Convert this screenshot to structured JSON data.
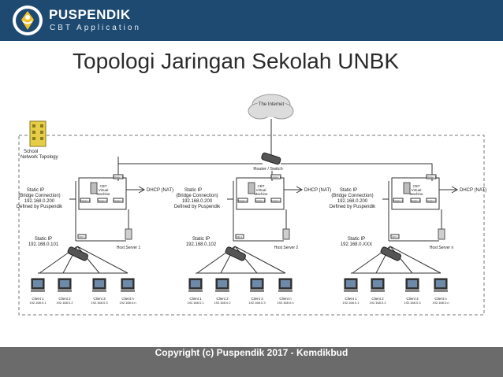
{
  "header": {
    "brand_name": "PUSPENDIK",
    "brand_sub": "CBT Application",
    "bg_color": "#1e4a72"
  },
  "title": "Topologi Jaringan Sekolah UNBK",
  "diagram": {
    "internet_label": "The Internet",
    "school_label_line1": "School",
    "school_label_line2": "Network Topology",
    "router_label": "Router / Switch",
    "dhcp_label": "DHCP (NAT)",
    "vm_label_line1": "CBT",
    "vm_label_line2": "Virtual",
    "vm_label_line3": "Machine",
    "bridge_line1": "Static IP",
    "bridge_line2": "(Bridge Connection)",
    "bridge_ip": "192.168.0.200",
    "defined_by": "Defined by Puspendik",
    "static_ip_label": "Static IP",
    "adapter_labels": [
      "Adapter 1",
      "Adapter 2",
      "Adapter 3",
      "Adapter n",
      "NIC 1"
    ],
    "groups": [
      {
        "server_label": "Host Server 1",
        "static_ip": "192.168.0.101",
        "clients": [
          {
            "name": "Client 1",
            "ip": "192.168.0.1"
          },
          {
            "name": "Client 2",
            "ip": "192.168.0.2"
          },
          {
            "name": "Client 3",
            "ip": "192.168.0.3"
          },
          {
            "name": "Client n",
            "ip": "192.168.0.n"
          }
        ]
      },
      {
        "server_label": "Host Server 2",
        "static_ip": "192.168.0.102",
        "clients": [
          {
            "name": "Client 1",
            "ip": "192.168.0.1"
          },
          {
            "name": "Client 2",
            "ip": "192.168.0.2"
          },
          {
            "name": "Client 3",
            "ip": "192.168.0.3"
          },
          {
            "name": "Client n",
            "ip": "192.168.0.n"
          }
        ]
      },
      {
        "server_label": "Host Server n",
        "static_ip": "192.168.0.XXX",
        "clients": [
          {
            "name": "Client 1",
            "ip": "192.168.0.1"
          },
          {
            "name": "Client 2",
            "ip": "192.168.0.2"
          },
          {
            "name": "Client 3",
            "ip": "192.168.0.3"
          },
          {
            "name": "Client n",
            "ip": "192.168.0.n"
          }
        ]
      }
    ]
  },
  "footer": {
    "copyright": "Copyright (c) Puspendik 2017 - Kemdikbud",
    "bg_color": "#6b6b6b"
  }
}
